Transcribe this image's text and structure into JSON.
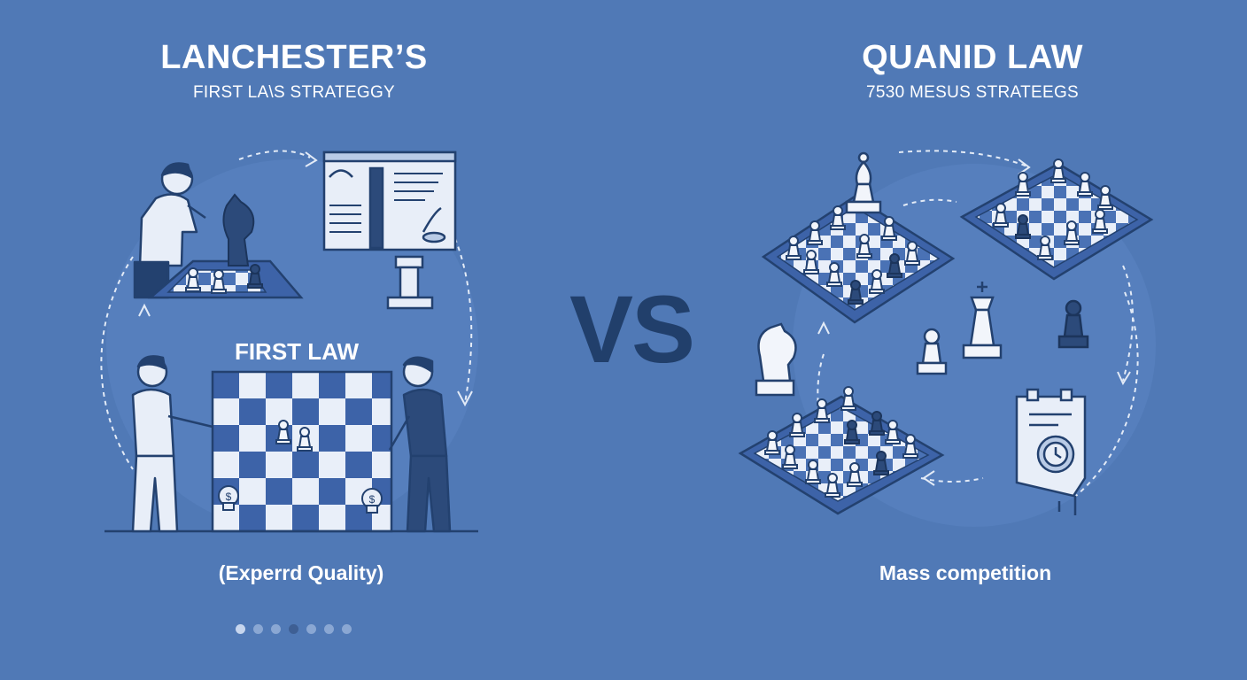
{
  "left": {
    "title": "LANCHESTER’S",
    "subtitle": "FIRST LA\\S STRATEGGY",
    "board_label": "FIRST LAW",
    "caption": "(Experrd Quality)"
  },
  "center": {
    "vs": "VS"
  },
  "right": {
    "title": "QUANID LAW",
    "subtitle": "7530 MESUS STRATEEGS",
    "caption": "Mass competition"
  },
  "pagination": {
    "count": 7,
    "active_index": 3
  },
  "colors": {
    "background": "#5079b6",
    "line": "#23416f",
    "vs": "#213f6b",
    "light": "#e8eef8"
  }
}
